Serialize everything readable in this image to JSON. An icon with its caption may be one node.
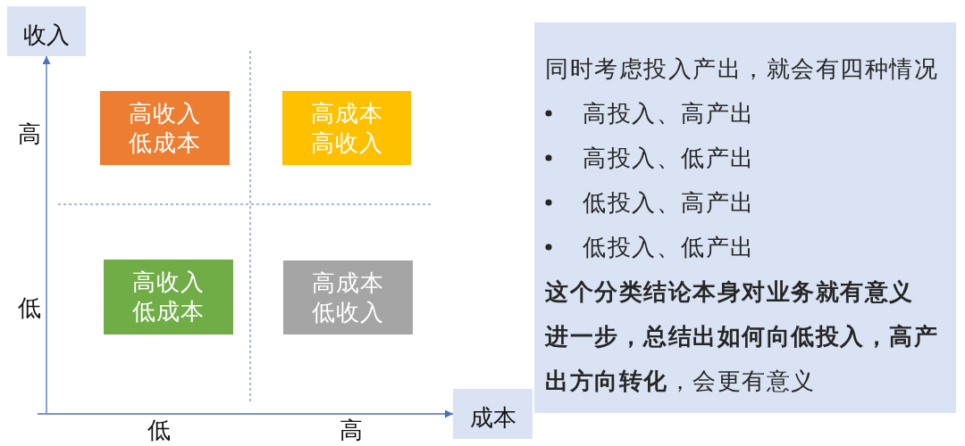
{
  "diagram": {
    "nodes": [
      {
        "text": [
          "收入"
        ]
      },
      {
        "text": [
          "高收入低成本"
        ]
      },
      {
        "text": [
          "高成本高收入"
        ]
      },
      {
        "text": [
          "高收入低成本"
        ]
      },
      {
        "text": [
          "高成本低收入"
        ]
      },
      {
        "text": [
          "成本"
        ]
      },
      {
        "text": [
          "同时考虑投入产出，就会有四种情况",
          "高投入、高产出",
          "高投入、低产出",
          "低投入、高产出",
          "低投入、低产出",
          "这个分类结论本身对业务就有意义",
          "**进一步，总结出如何向低投入，高产出方向转化**，会更有意义"
        ]
      }
    ],
    "edges": [
      {
        "from": null,
        "to": 0,
        "arrow": "to"
      },
      {
        "from": null,
        "to": 5,
        "arrow": "to"
      }
    ],
    "labels": [
      "高",
      "低",
      "低",
      "高"
    ]
  }
}
